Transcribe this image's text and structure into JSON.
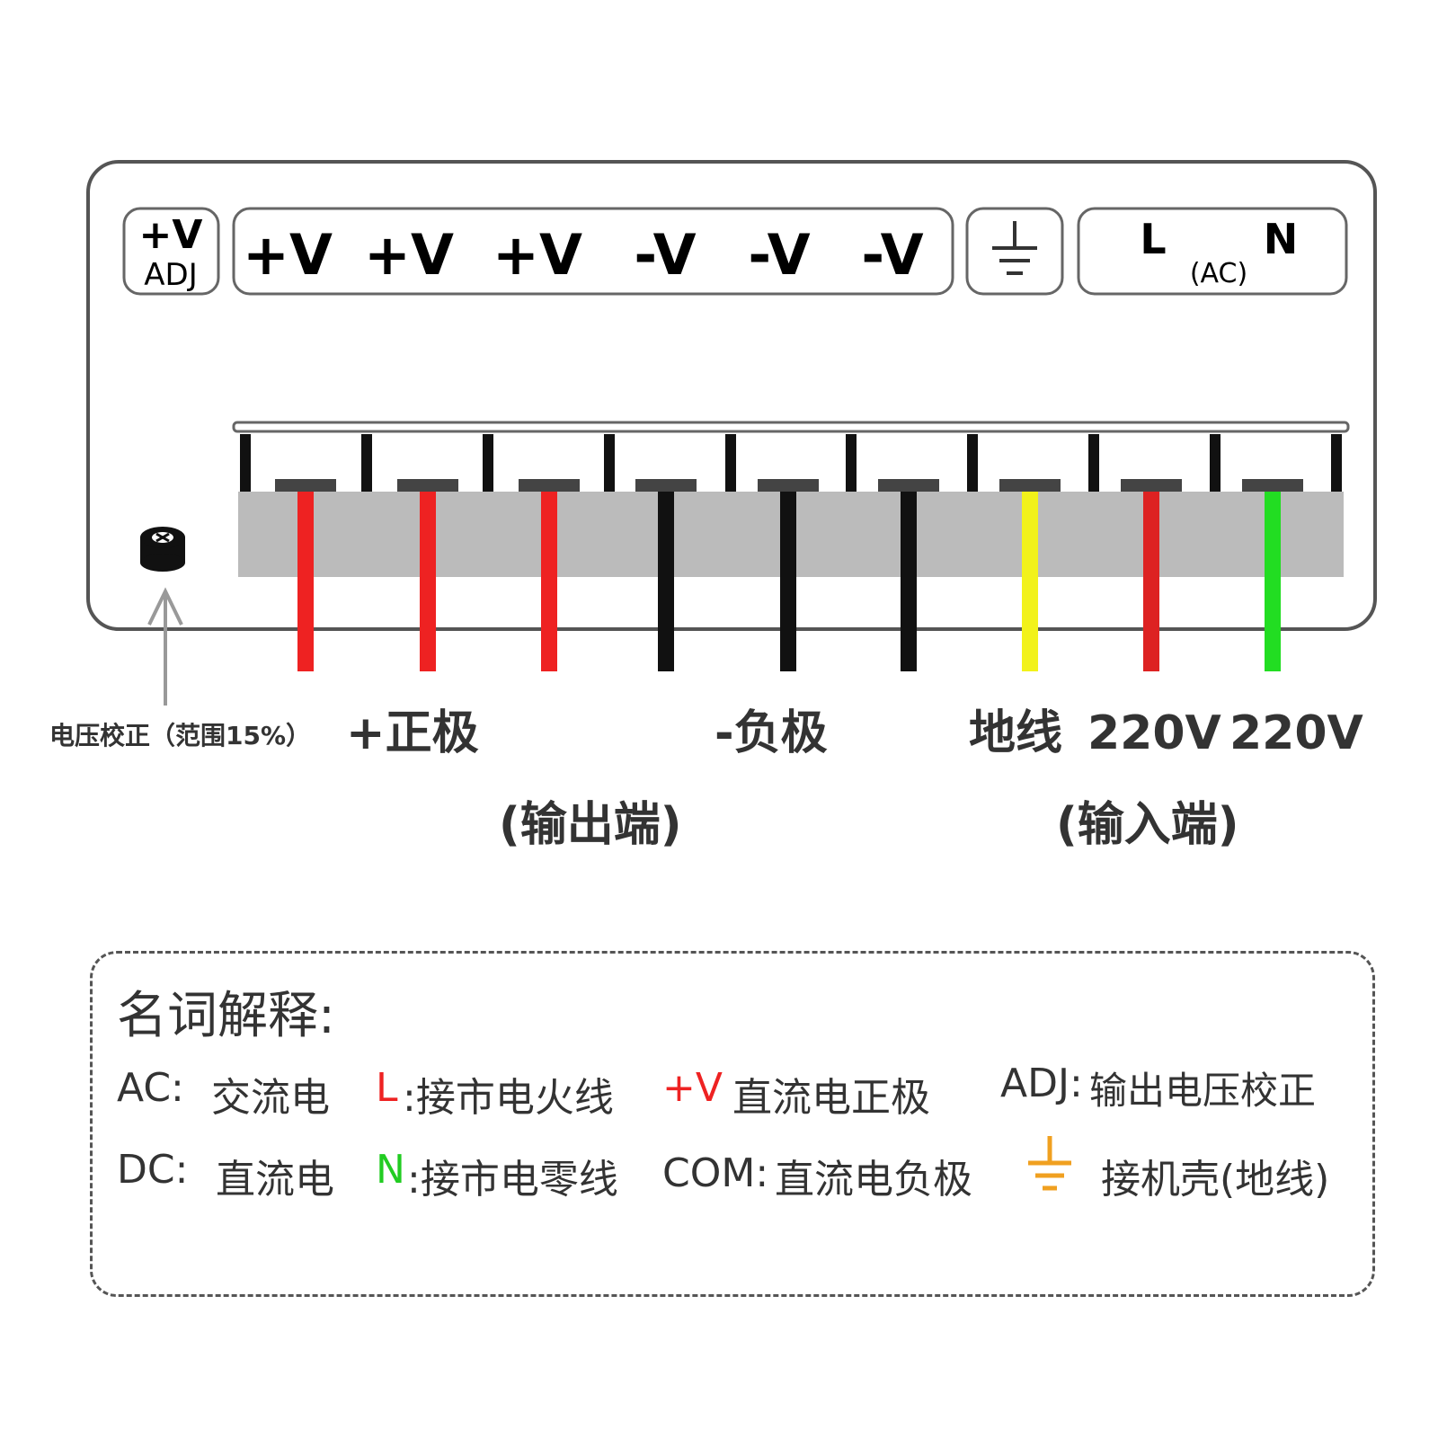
{
  "top_labels": {
    "adj_plus": "+V",
    "adj_sub": "ADJ",
    "outputs": [
      "+V",
      "+V",
      "+V",
      "-V",
      "-V",
      "-V"
    ],
    "ac_l": "L",
    "ac_n": "N",
    "ac_sub": "(AC)"
  },
  "calibration_label": "电压校正（范围15%）",
  "wires": [
    {
      "color": "#ee2222"
    },
    {
      "color": "#ee2222"
    },
    {
      "color": "#ee2222"
    },
    {
      "color": "#111111"
    },
    {
      "color": "#111111"
    },
    {
      "color": "#111111"
    },
    {
      "color": "#f2f21a"
    },
    {
      "color": "#dd2222"
    },
    {
      "color": "#22dd22"
    }
  ],
  "bottom_labels": {
    "positive": "+正极",
    "negative": "-负极",
    "ground": "地线",
    "v220_a": "220V",
    "v220_b": "220V",
    "output_end": "(输出端)",
    "input_end": "(输入端)"
  },
  "legend": {
    "title": "名词解释:",
    "ac_key": "AC:",
    "ac_val": "交流电",
    "l_key": "L",
    "l_val": ":接市电火线",
    "pv_key": "+V",
    "pv_val": "直流电正极",
    "adj_key": "ADJ:",
    "adj_val": "输出电压校正",
    "dc_key": "DC:",
    "dc_val": "直流电",
    "n_key": "N",
    "n_val": ":接市电零线",
    "com_key": "COM:",
    "com_val": "直流电负极",
    "ground_val": "接机壳(地线)"
  },
  "colors": {
    "outline": "#666666",
    "terminal_bar": "#bbbbbb",
    "ground_icon": "#f0a020"
  }
}
